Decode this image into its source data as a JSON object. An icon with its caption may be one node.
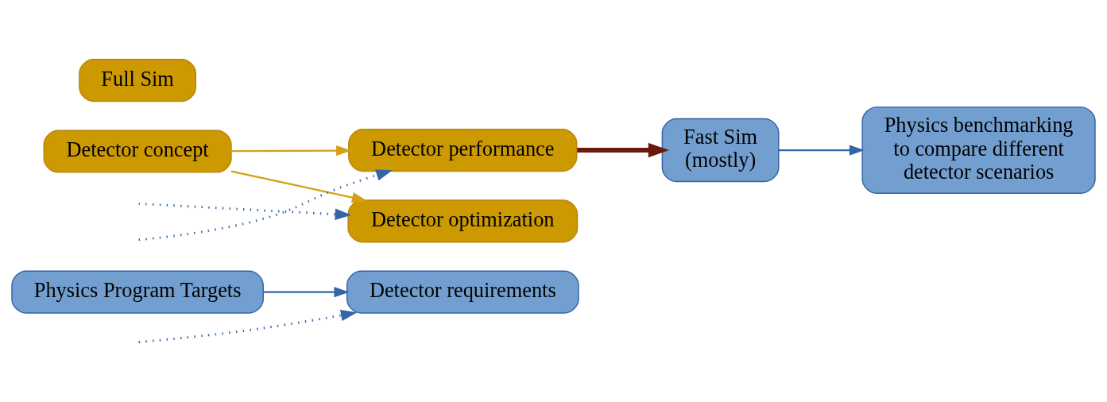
{
  "diagram": {
    "nodes": [
      {
        "text": [
          "Physics Program Targets"
        ]
      },
      {
        "text": [
          "Detector requirements"
        ]
      },
      {
        "text": [
          "Fast Sim (mostly)"
        ]
      },
      {
        "text": [
          "Physics benchmarking to compare different detector scenarios"
        ]
      },
      {
        "text": [
          "Detector concept"
        ]
      },
      {
        "text": [
          "Detector performance"
        ]
      },
      {
        "text": [
          "Full Sim"
        ]
      },
      {
        "text": [
          "Detector optimization"
        ]
      }
    ],
    "edges": [
      {
        "from": 0,
        "to": 1,
        "arrow": "to",
        "color": "#3465a4"
      },
      {
        "from": 2,
        "to": 3,
        "arrow": "to",
        "color": "#3465a4"
      },
      {
        "from": 5,
        "to": 2,
        "arrow": "to",
        "style": "thick",
        "color": "#6b1a0a"
      },
      {
        "from": 4,
        "to": 5,
        "arrow": "to",
        "color": "#d4a017"
      },
      {
        "from": 4,
        "to": 7,
        "arrow": "to",
        "color": "#d4a017"
      },
      {
        "from": null,
        "to": 1,
        "arrow": "to",
        "style": "dashed",
        "color": "#3465a4"
      },
      {
        "from": null,
        "to": 5,
        "arrow": "to",
        "style": "dashed",
        "color": "#3465a4"
      },
      {
        "from": null,
        "to": 7,
        "arrow": "to",
        "style": "dashed",
        "color": "#3465a4"
      }
    ]
  }
}
